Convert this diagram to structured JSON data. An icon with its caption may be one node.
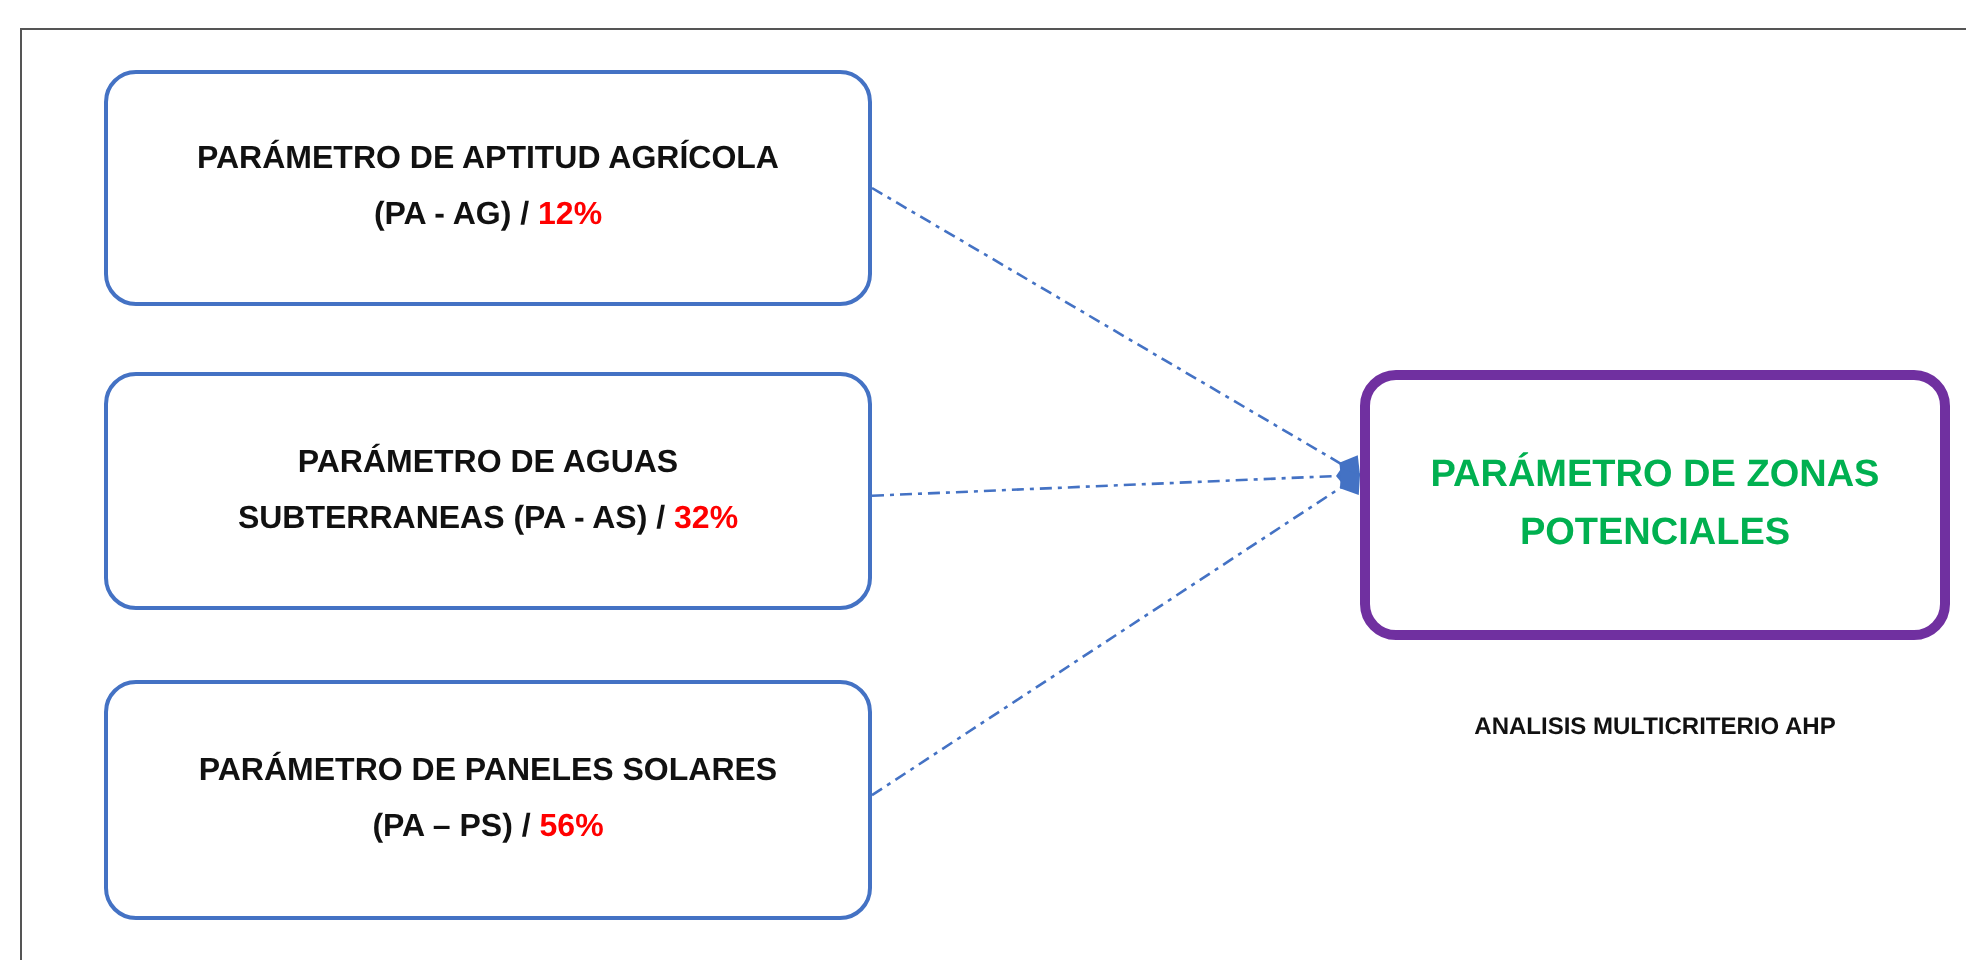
{
  "diagram": {
    "nodes": [
      {
        "text": [
          "PARÁMETRO DE  APTITUD AGRÍCOLA (PA - AG) /",
          "12%"
        ]
      },
      {
        "text": [
          "PARÁMETRO DE AGUAS SUBTERRANEAS  (PA - AS) /",
          "32%"
        ]
      },
      {
        "text": [
          "PARÁMETRO DE PANELES SOLARES  (PA – PS) /",
          "56%"
        ]
      },
      {
        "text": [
          "PARÁMETRO DE ZONAS POTENCIALES"
        ],
        "beside": [
          "ANALISIS MULTICRITERIO AHP"
        ]
      }
    ],
    "edges": [
      {
        "from": 0,
        "to": 3,
        "arrow": "other",
        "style": "dashed"
      },
      {
        "from": 1,
        "to": 3,
        "arrow": "other",
        "style": "dashed"
      },
      {
        "from": 2,
        "to": 3,
        "arrow": "other",
        "style": "dashed"
      }
    ]
  }
}
